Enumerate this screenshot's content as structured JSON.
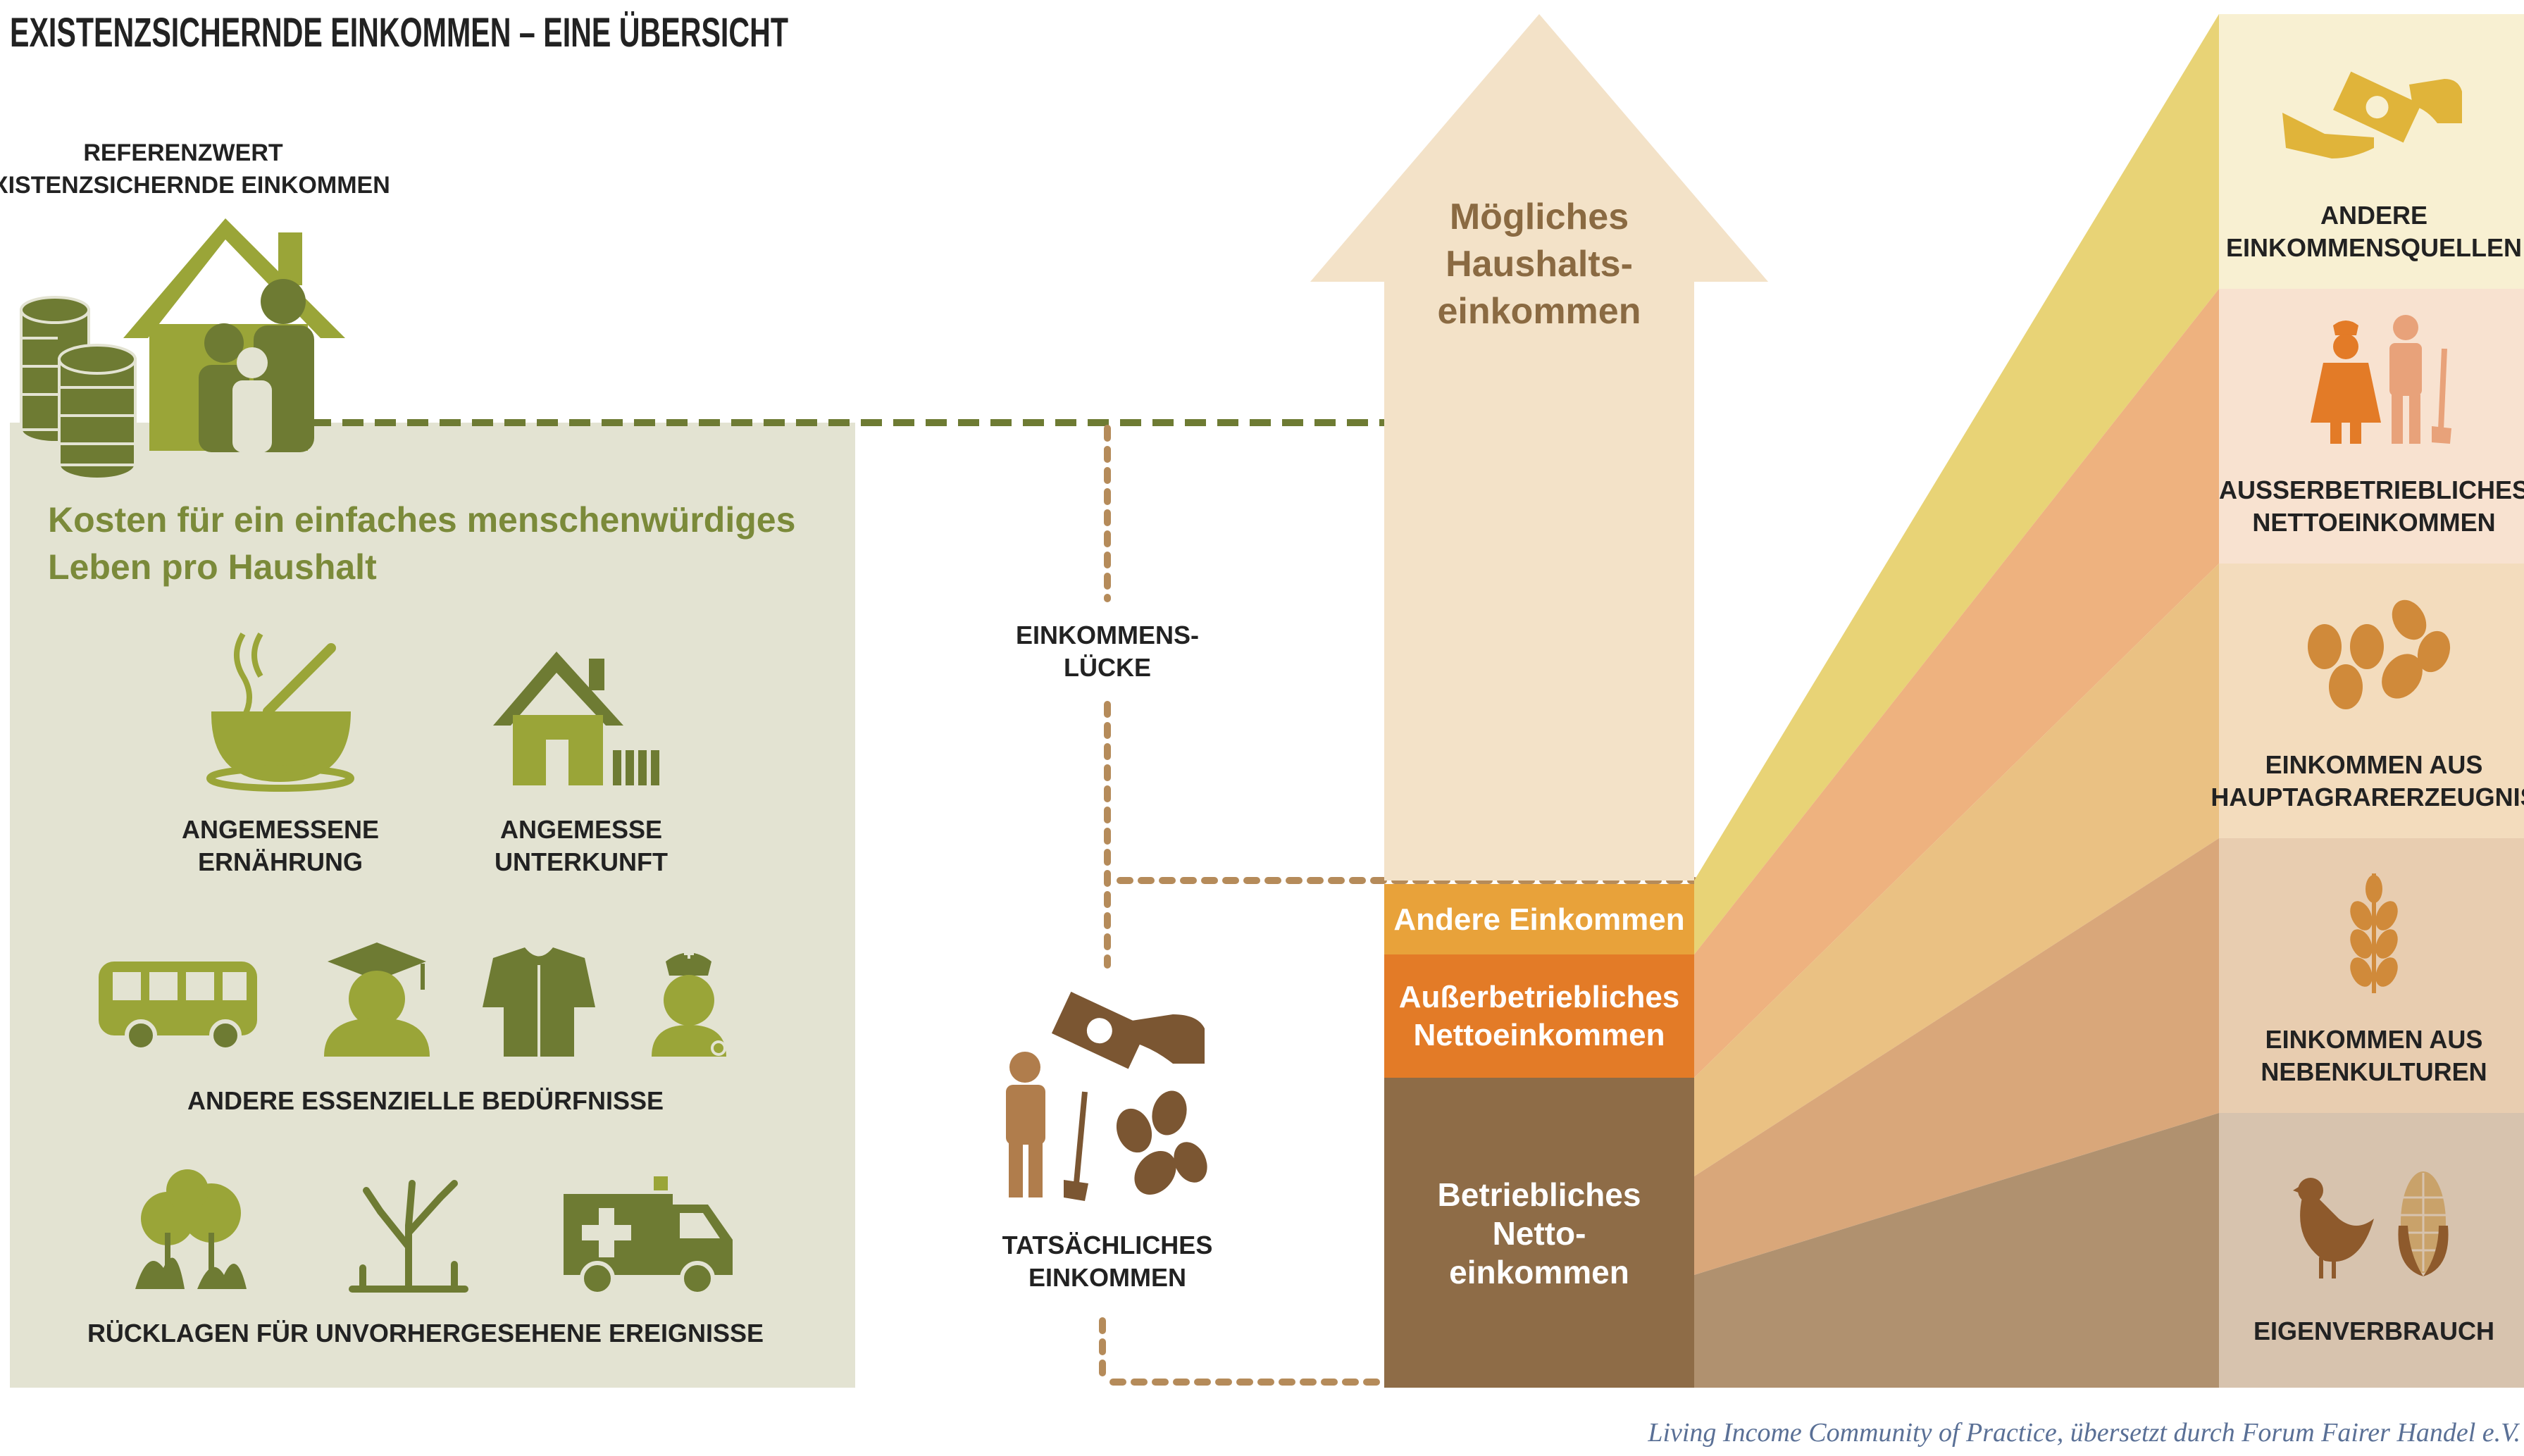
{
  "title": "EXISTENZSICHERNDE EINKOMMEN – EINE ÜBERSICHT",
  "reference": {
    "line1": "REFERENZWERT",
    "line2": "EXISTENZSICHERNDE EINKOMMEN"
  },
  "costs_panel": {
    "heading_line1": "Kosten für ein einfaches menschenwürdiges",
    "heading_line2": "Leben pro Haushalt",
    "food": {
      "line1": "ANGEMESSENE",
      "line2": "ERNÄHRUNG"
    },
    "housing": {
      "line1": "ANGEMESSE",
      "line2": "UNTERKUNFT"
    },
    "other_needs": "ANDERE ESSENZIELLE BEDÜRFNISSE",
    "reserves": "RÜCKLAGEN FÜR UNVORHERGESEHENE EREIGNISSE"
  },
  "gap": {
    "line1": "EINKOMMENS-",
    "line2": "LÜCKE"
  },
  "actual": {
    "line1": "TATSÄCHLICHES",
    "line2": "EINKOMMEN"
  },
  "arrow": {
    "line1": "Mögliches",
    "line2": "Haushalts-",
    "line3": "einkommen"
  },
  "bars": {
    "other": "Andere Einkommen",
    "offfarm_line1": "Außerbetriebliches",
    "offfarm_line2": "Nettoeinkommen",
    "farm_line1": "Betriebliches",
    "farm_line2": "Netto-",
    "farm_line3": "einkommen"
  },
  "side": {
    "other_sources": {
      "line1": "ANDERE",
      "line2": "EINKOMMENSQUELLEN"
    },
    "offfarm": {
      "line1": "AUSSERBETRIEBLICHES",
      "line2": "NETTOEINKOMMEN"
    },
    "main_crop": {
      "line1": "EINKOMMEN AUS",
      "line2": "HAUPTAGRARERZEUGNIS"
    },
    "side_crops": {
      "line1": "EINKOMMEN AUS",
      "line2": "NEBENKULTUREN"
    },
    "own_use": "EIGENVERBRAUCH"
  },
  "credit": "Living Income Community of Practice, übersetzt durch Forum Fairer Handel e.V.",
  "colors": {
    "olive": "#7b8a3a",
    "olive_dark": "#6e7b33",
    "panel": "#e3e3d2",
    "brown": "#8e6c47",
    "orange": "#e37b27",
    "amber": "#e8a23a",
    "arrow": "#f3e2c8",
    "dotted": "#b58b5a"
  }
}
